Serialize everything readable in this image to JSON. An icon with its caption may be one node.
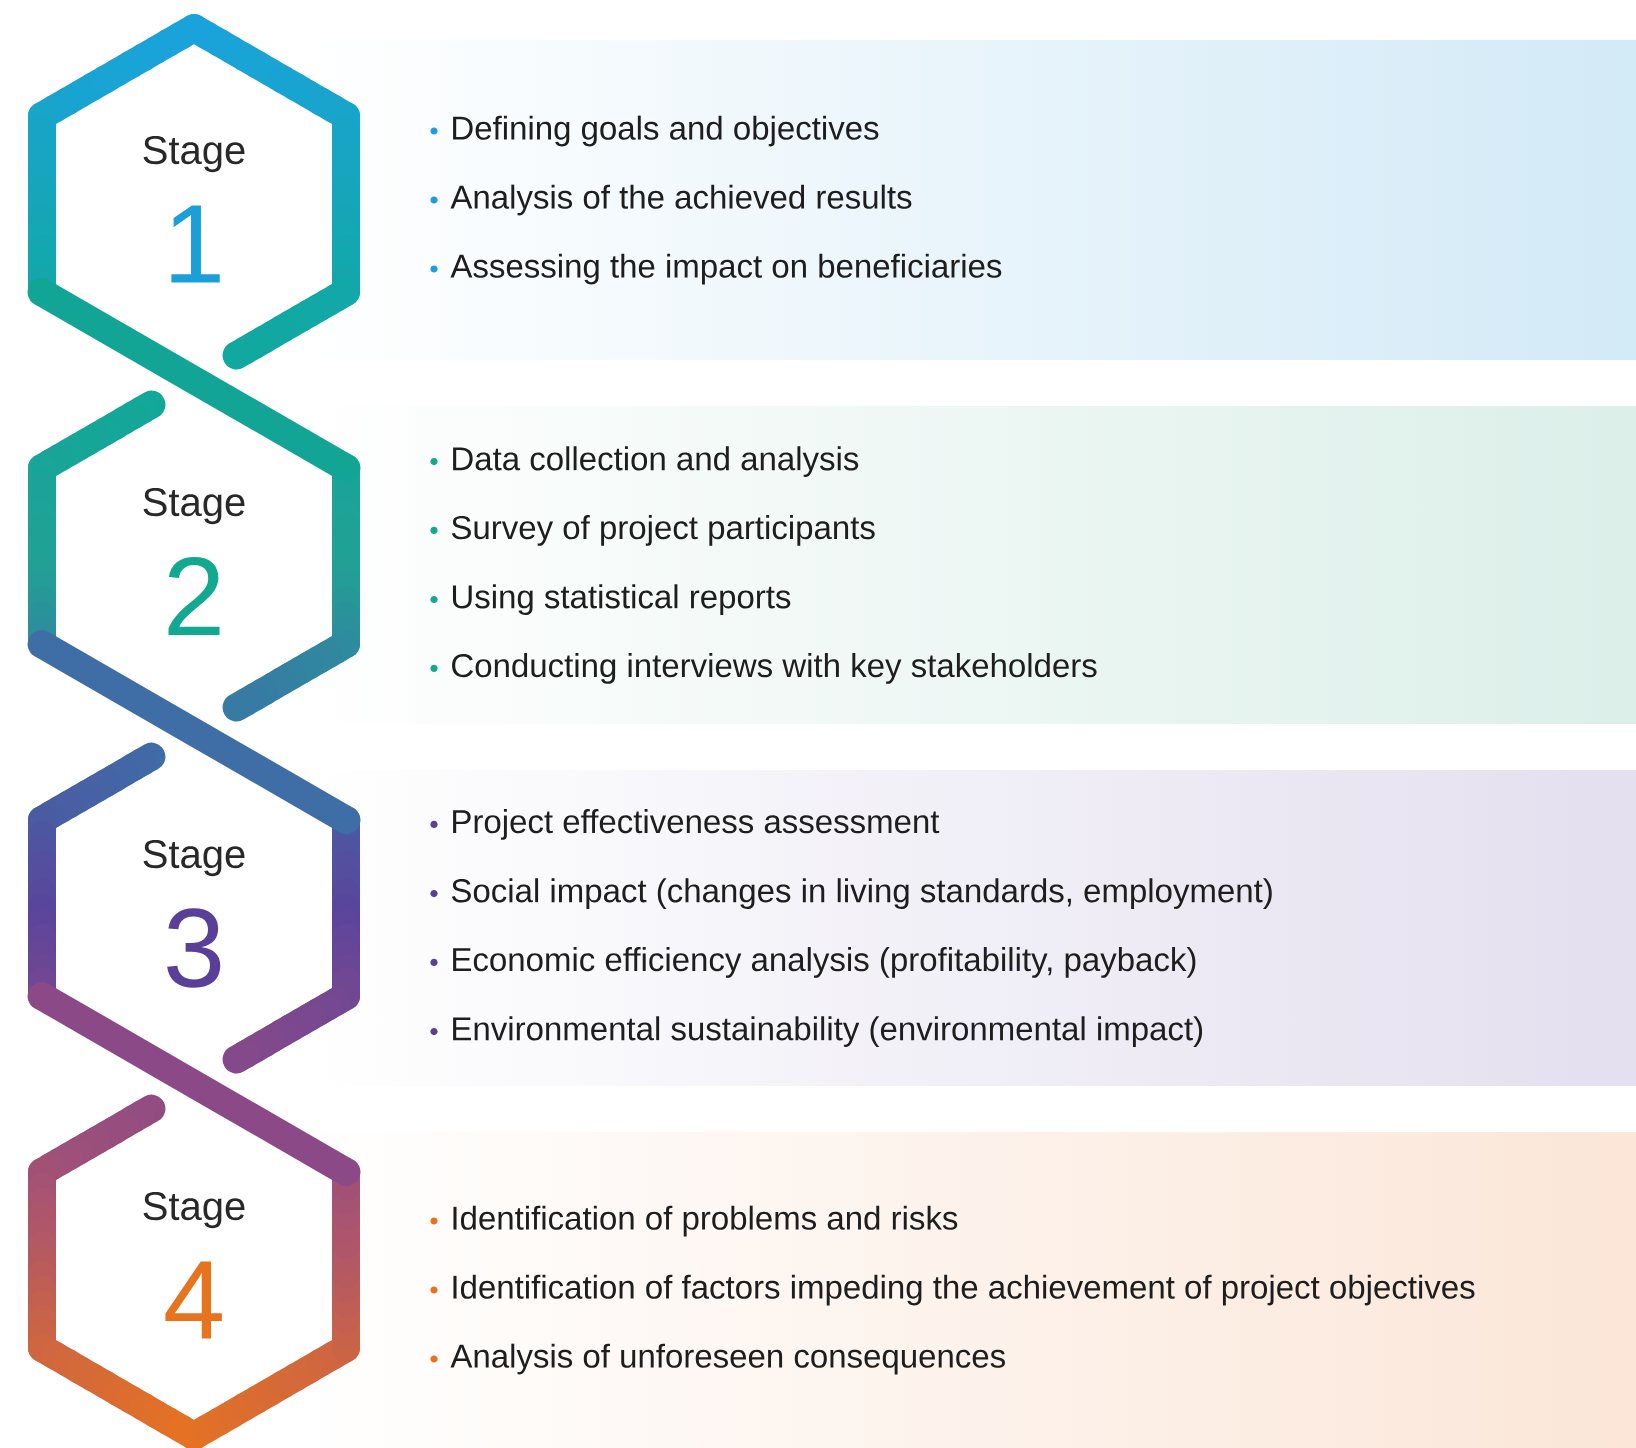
{
  "diagram": {
    "nodes": [
      {
        "text": [
          "Stage",
          "1"
        ]
      },
      {
        "text": [
          "Defining goals and objectives",
          "Analysis of the achieved results",
          "Assessing the impact on beneficiaries"
        ]
      },
      {
        "text": [
          "Stage",
          "2"
        ]
      },
      {
        "text": [
          "Data collection and analysis",
          "Survey of project participants",
          "Using statistical reports",
          "Conducting interviews with key stakeholders"
        ]
      },
      {
        "text": [
          "Stage",
          "3"
        ]
      },
      {
        "text": [
          "Project effectiveness assessment",
          "Social impact (changes in living standards, employment)",
          "Economic efficiency analysis (profitability, payback)",
          "Environmental sustainability (environmental impact)"
        ]
      },
      {
        "text": [
          "Stage",
          "4"
        ]
      },
      {
        "text": [
          "Identification of problems and risks",
          "Identification of factors impeding the achievement of project objectives",
          "Analysis of unforeseen consequences"
        ]
      }
    ],
    "edges": [
      {
        "from": 0,
        "to": 2,
        "arrow": "none",
        "color": "#12a596"
      },
      {
        "from": 2,
        "to": 4,
        "arrow": "none",
        "color": "#3f6ea6"
      },
      {
        "from": 4,
        "to": 6,
        "arrow": "none",
        "color": "#8b4a87"
      }
    ]
  }
}
